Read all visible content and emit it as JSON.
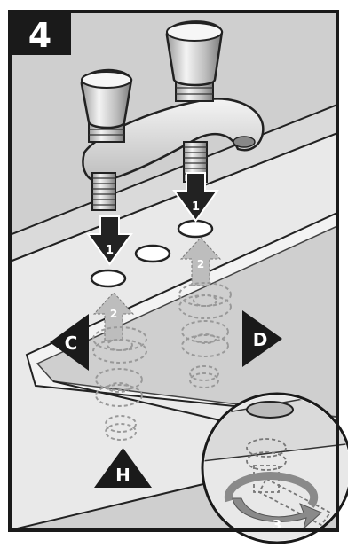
{
  "step": {
    "number": "4"
  },
  "arrows": {
    "down_label": "1",
    "up_label": "2",
    "rotate_label": "3"
  },
  "callouts": {
    "left": "C",
    "right": "D",
    "bottom": "H"
  },
  "colors": {
    "frame": "#1a1a1a",
    "step_box": "#1a1a1a",
    "arrow_fill": "#222222",
    "ghost_arrow": "#bdbdbd",
    "counter": "#e6e6e6",
    "background": "#d0d0d0",
    "rotate_arrow": "#8a8a8a"
  },
  "icons": {
    "faucet": "faucet-illustration",
    "arrow_down": "arrow-down-icon",
    "arrow_up": "arrow-up-icon",
    "rotate": "rotate-arrow-icon",
    "callout": "triangle-pointer-icon"
  }
}
